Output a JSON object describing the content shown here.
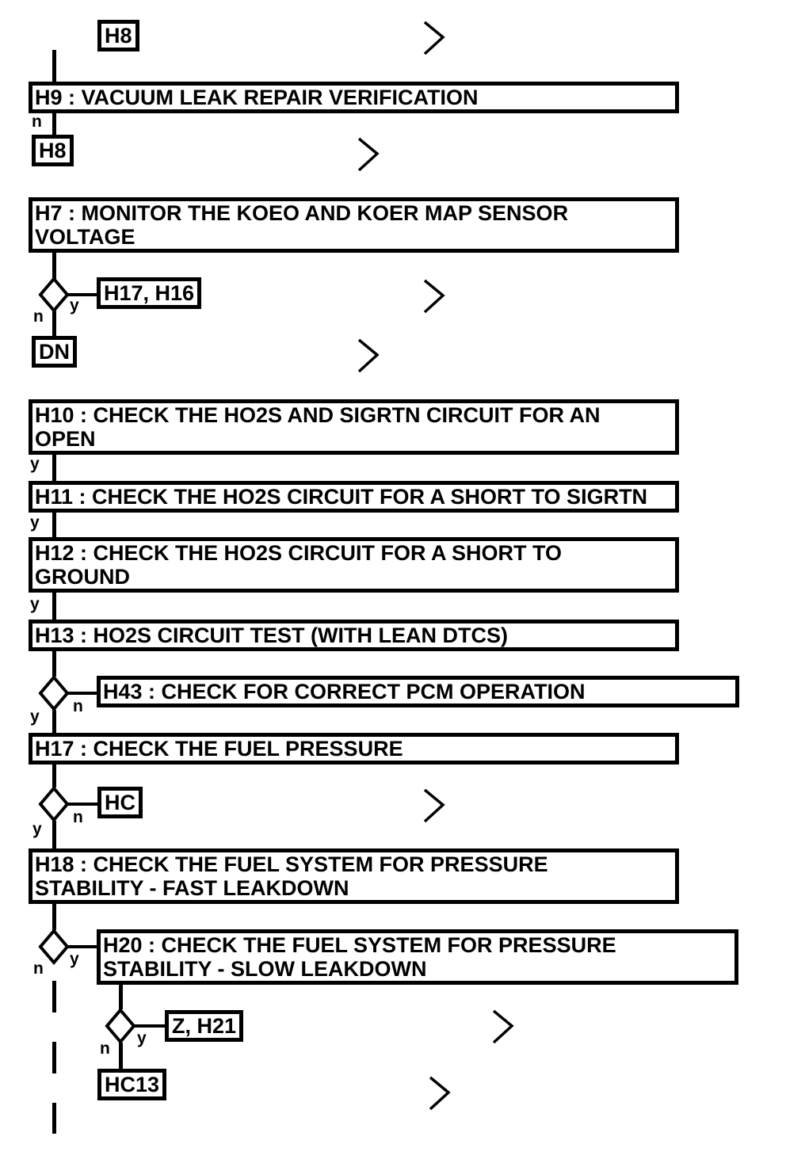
{
  "diagram": {
    "colors": {
      "line": "#000000",
      "background": "#ffffff",
      "box_fill": "#ffffff"
    },
    "labels": {
      "yes": "y",
      "no": "n"
    },
    "icons": {
      "continuation": "chevron-right-icon",
      "decision": "decision-diamond"
    },
    "boxes": {
      "h9": {
        "label": "H9 : VACUUM LEAK REPAIR VERIFICATION"
      },
      "h7": {
        "line1": "H7 : MONITOR THE KOEO AND KOER MAP SENSOR",
        "line2": "VOLTAGE"
      },
      "h10": {
        "line1": "H10 : CHECK THE HO2S AND SIGRTN CIRCUIT FOR AN",
        "line2": "OPEN"
      },
      "h11": {
        "label": "H11 : CHECK THE HO2S CIRCUIT FOR A SHORT TO SIGRTN"
      },
      "h12": {
        "line1": "H12 : CHECK THE HO2S CIRCUIT FOR A SHORT TO",
        "line2": "GROUND"
      },
      "h13": {
        "label": "H13 : HO2S CIRCUIT TEST (WITH LEAN DTCS)"
      },
      "h43": {
        "label": "H43 : CHECK FOR CORRECT PCM OPERATION"
      },
      "h17": {
        "label": "H17 : CHECK THE FUEL PRESSURE"
      },
      "h18": {
        "line1": "H18 : CHECK THE FUEL SYSTEM FOR PRESSURE",
        "line2": "STABILITY - FAST LEAKDOWN"
      },
      "h20": {
        "line1": "H20 : CHECK THE FUEL SYSTEM FOR PRESSURE",
        "line2": "STABILITY - SLOW LEAKDOWN"
      }
    },
    "refs": {
      "h8_top": "H8",
      "h8": "H8",
      "h17_h16": "H17, H16",
      "dn": "DN",
      "hc": "HC",
      "z_h21": "Z, H21",
      "hc13": "HC13"
    }
  }
}
